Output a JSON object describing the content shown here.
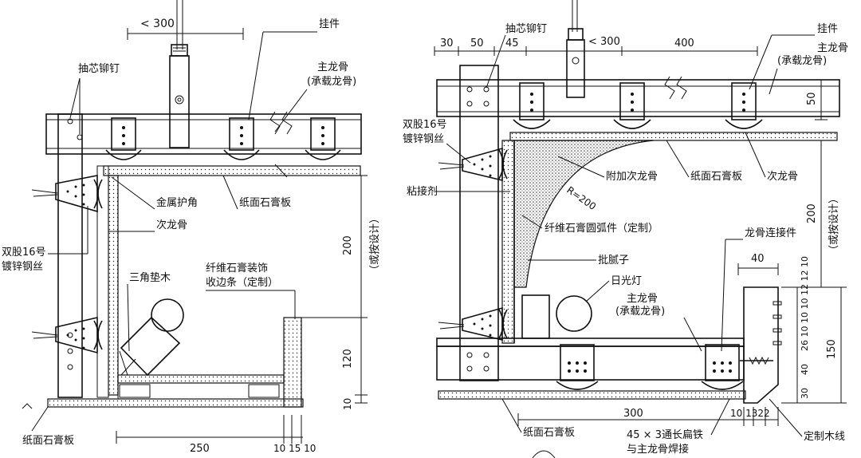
{
  "left": {
    "dim_top": "< 300",
    "rivet": "抽芯铆钉",
    "hanger": "挂件",
    "main_keel": "主龙骨",
    "main_keel_sub": "(承载龙骨)",
    "metal_corner": "金属护角",
    "gypsum_board": "纸面石膏板",
    "sub_keel": "次龙骨",
    "wire_1": "双股16号",
    "wire_2": "镀锌钢丝",
    "triangle_wood": "三角垫木",
    "trim_1": "纤维石膏装饰",
    "trim_2": "收边条（定制）",
    "dim_200": "200",
    "by_design": "（或按设计）",
    "dim_120": "120",
    "dim_10": "10",
    "bottom_board": "纸面石膏板",
    "dim_250": "250",
    "dim_small": "10 15 10"
  },
  "right": {
    "dim_30": "30",
    "dim_50": "50",
    "dim_45": "45",
    "rivet": "抽芯铆钉",
    "dim_300_top": "< 300",
    "dim_400": "400",
    "hanger": "挂件",
    "main_keel": "主龙骨",
    "main_keel_sub": "(承载龙骨)",
    "dim_50_v": "50",
    "wire_1": "双股16号",
    "wire_2": "镀锌钢丝",
    "extra_sub_keel": "附加次龙骨",
    "gypsum_board": "纸面石膏板",
    "sub_keel": "次龙骨",
    "adhesive": "粘接剂",
    "radius": "R=200",
    "arc_piece": "纤维石膏圆弧件（定制）",
    "keel_connector": "龙骨连接件",
    "dim_200": "200",
    "by_design": "（或按设计）",
    "putty": "批腻子",
    "dim_40": "40",
    "fluorescent": "日光灯",
    "main_keel2": "主龙骨",
    "main_keel2_sub": "(承载龙骨)",
    "dim_stack": "26 10 10 10 12 12 10",
    "dim_150": "150",
    "dim_40b": "40",
    "dim_30b": "30",
    "dim_300_bottom": "300",
    "dim_bottom_small": "10 1322",
    "bottom_board": "纸面石膏板",
    "flat_iron_1": "45 × 3通长扁铁",
    "flat_iron_2": "与主龙骨焊接",
    "wood_trim": "定制木线"
  }
}
